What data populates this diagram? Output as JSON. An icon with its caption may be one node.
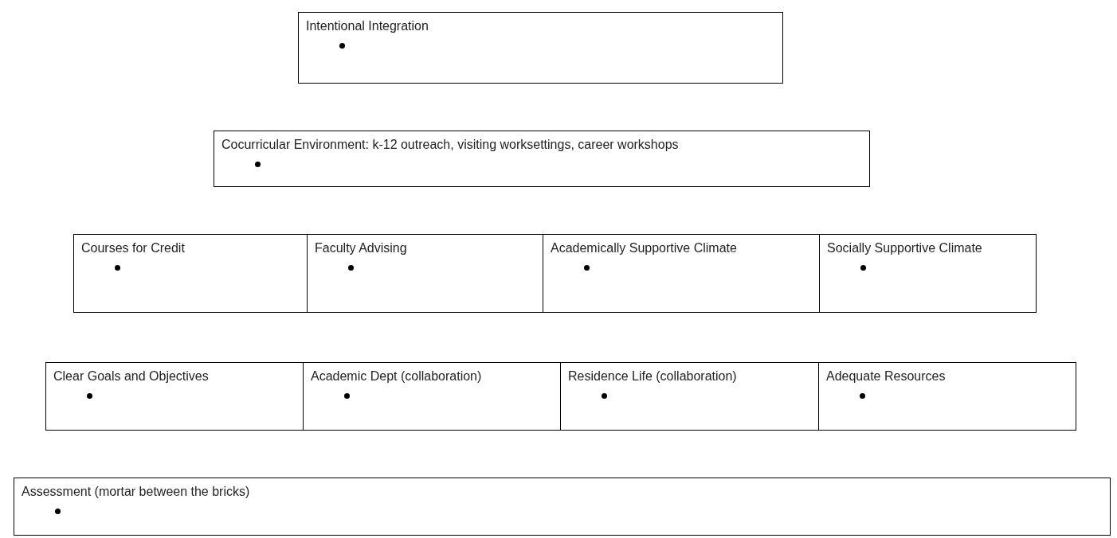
{
  "diagram": {
    "nodes": [
      {
        "text": [
          "Intentional Integration"
        ]
      },
      {
        "text": [
          "Cocurricular Environment: k-12 outreach, visiting worksettings, career workshops"
        ]
      },
      {
        "text": [
          "Courses for Credit"
        ]
      },
      {
        "text": [
          "Faculty Advising"
        ]
      },
      {
        "text": [
          "Academically Supportive Climate"
        ]
      },
      {
        "text": [
          "Socially Supportive Climate"
        ]
      },
      {
        "text": [
          "Clear Goals and Objectives"
        ]
      },
      {
        "text": [
          "Academic Dept (collaboration)"
        ]
      },
      {
        "text": [
          "Residence Life (collaboration)"
        ]
      },
      {
        "text": [
          "Adequate Resources"
        ]
      },
      {
        "text": [
          "Assessment (mortar between the bricks)"
        ]
      }
    ]
  }
}
